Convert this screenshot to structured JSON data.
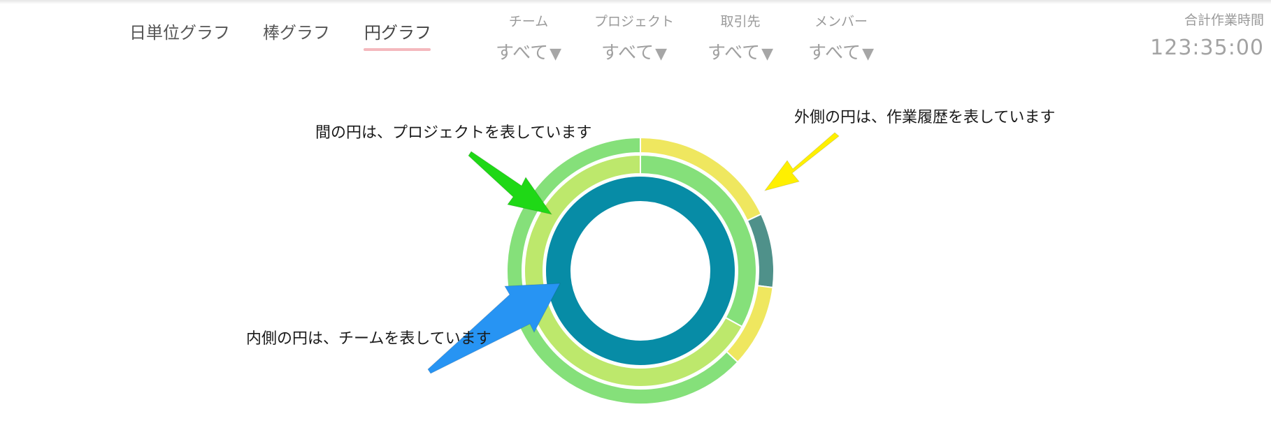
{
  "nav": {
    "tabs": [
      {
        "label": "日単位グラフ",
        "active": false
      },
      {
        "label": "棒グラフ",
        "active": false
      },
      {
        "label": "円グラフ",
        "active": true
      }
    ]
  },
  "filters": [
    {
      "label": "チーム",
      "value": "すべて"
    },
    {
      "label": "プロジェクト",
      "value": "すべて"
    },
    {
      "label": "取引先",
      "value": "すべて"
    },
    {
      "label": "メンバー",
      "value": "すべて"
    }
  ],
  "filter_arrow": "▼",
  "total": {
    "label": "合計作業時間",
    "value": "123:35:00"
  },
  "annotations": {
    "middle": "間の円は、プロジェクトを表しています",
    "outer": "外側の円は、作業履歴を表しています",
    "inner": "内側の円は、チームを表しています"
  },
  "colors": {
    "inner_ring": "#078ca6",
    "middle_ring_green": "#85e07a",
    "middle_ring_lime": "#bde86c",
    "outer_ring_green": "#85e07a",
    "outer_ring_yellow": "#efe75f",
    "outer_ring_teal": "#4f918a",
    "arrow_green": "#1fd816",
    "arrow_yellow": "#fff000",
    "arrow_blue": "#2794f3",
    "tab_underline": "#f4b8bd"
  },
  "chart_data": {
    "type": "pie",
    "rings": [
      {
        "ring": "inner",
        "segments": [
          {
            "value": 100,
            "color": "#078ca6"
          }
        ]
      },
      {
        "ring": "middle",
        "segments": [
          {
            "value": 33,
            "color": "#85e07a"
          },
          {
            "value": 67,
            "color": "#bde86c"
          }
        ]
      },
      {
        "ring": "outer",
        "segments": [
          {
            "value": 18,
            "color": "#efe75f"
          },
          {
            "value": 9,
            "color": "#4f918a"
          },
          {
            "value": 10,
            "color": "#efe75f"
          },
          {
            "value": 63,
            "color": "#85e07a"
          }
        ]
      }
    ]
  }
}
